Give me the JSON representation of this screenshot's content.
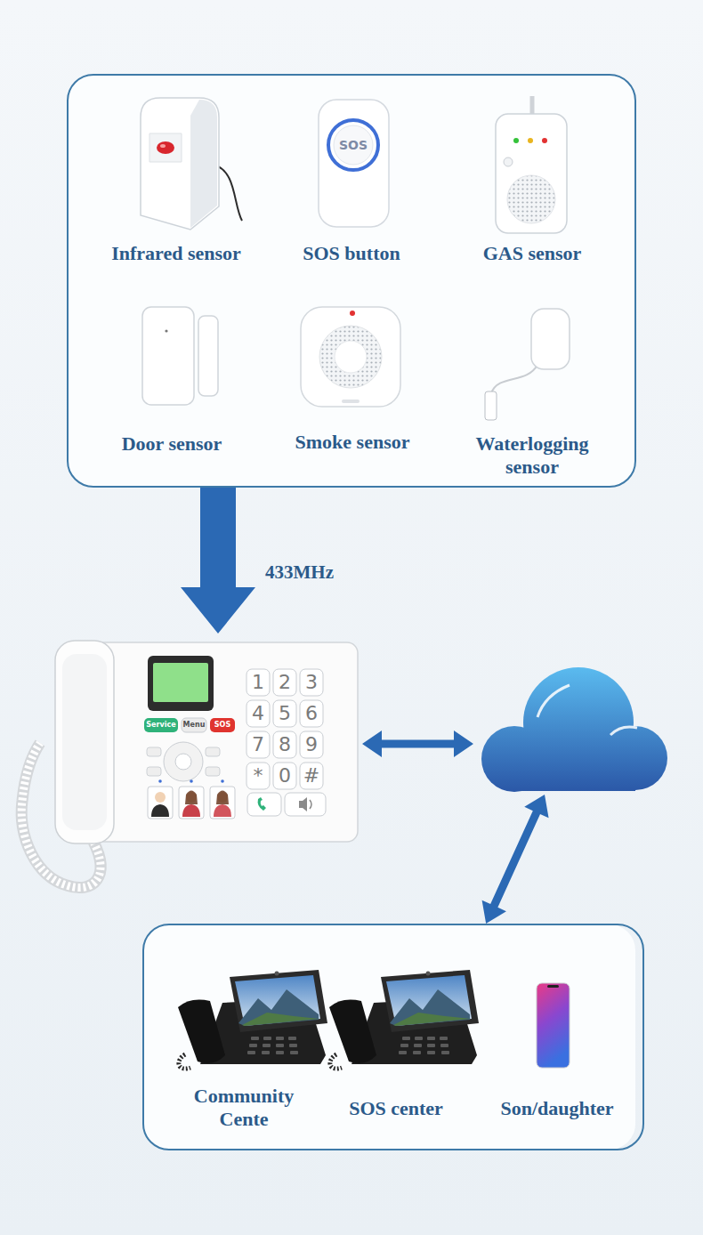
{
  "diagram": {
    "nodes": [
      {
        "text": [
          "Infrared sensor",
          "SOS button",
          "GAS sensor",
          "Door sensor",
          "Smoke sensor",
          "Waterlogging sensor"
        ]
      },
      {
        "text": [
          "1",
          "2",
          "3",
          "4",
          "5",
          "6",
          "7",
          "8",
          "9",
          "*",
          "0",
          "#",
          "Service",
          "Menu",
          "SOS"
        ]
      },
      {
        "text": []
      },
      {
        "text": [
          "Community Cente",
          "SOS center",
          "Son/daughter"
        ]
      }
    ],
    "edges": [
      {
        "from": 0,
        "to": 1,
        "arrow": "to",
        "label": "433MHz"
      },
      {
        "from": 1,
        "to": 2,
        "arrow": "both"
      },
      {
        "from": 2,
        "to": 3,
        "arrow": "both"
      }
    ],
    "labels": [
      "SOS"
    ]
  }
}
